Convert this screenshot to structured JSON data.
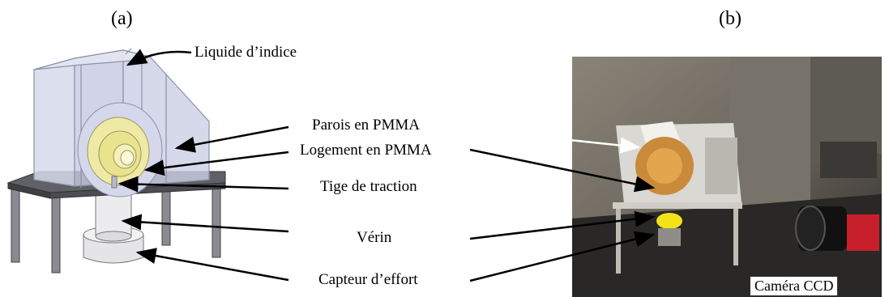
{
  "panels": {
    "a": "(a)",
    "b": "(b)"
  },
  "labels": {
    "liquide": "Liquide d’indice",
    "parois": "Parois en PMMA",
    "logement": "Logement en PMMA",
    "tige": "Tige de traction",
    "verin": "Vérin",
    "capteur": "Capteur d’effort"
  },
  "photo": {
    "camera_label": "Caméra CCD"
  },
  "colors": {
    "pmma": "#c9cde3",
    "housing": "#e8e38c",
    "frame": "#6e6e72",
    "arrow": "#000000"
  }
}
